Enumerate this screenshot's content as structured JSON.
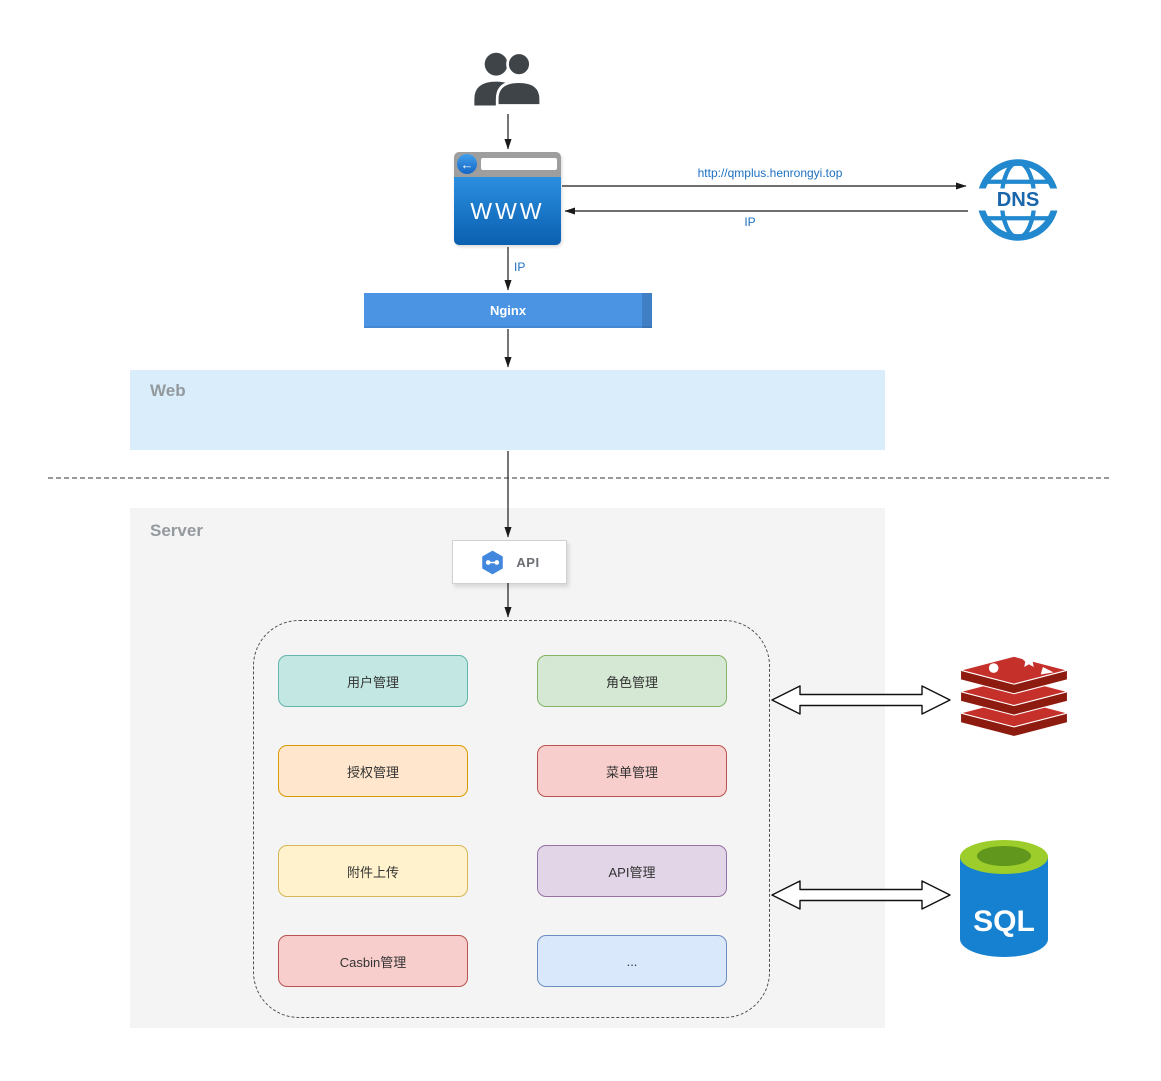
{
  "browser": {
    "label": "WWW"
  },
  "dns": {
    "label": "DNS"
  },
  "nginx": {
    "label": "Nginx"
  },
  "zones": {
    "web": "Web",
    "server": "Server"
  },
  "api_box": {
    "label": "API"
  },
  "edges": {
    "browser_to_dns_label": "http://qmplus.henrongyi.top",
    "dns_to_browser_label": "IP",
    "browser_to_nginx_label": "IP"
  },
  "modules": [
    {
      "label": "用户管理",
      "fill": "#c3e7e2",
      "border": "#64b5ac",
      "col": 0,
      "row": 0
    },
    {
      "label": "角色管理",
      "fill": "#d5e8d4",
      "border": "#82b366",
      "col": 1,
      "row": 0
    },
    {
      "label": "授权管理",
      "fill": "#ffe6cc",
      "border": "#d79b00",
      "col": 0,
      "row": 1
    },
    {
      "label": "菜单管理",
      "fill": "#f8cecc",
      "border": "#b85450",
      "col": 1,
      "row": 1
    },
    {
      "label": "附件上传",
      "fill": "#fff2cc",
      "border": "#d6b656",
      "col": 0,
      "row": 2
    },
    {
      "label": "API管理",
      "fill": "#e1d5e7",
      "border": "#9673a6",
      "col": 1,
      "row": 2
    },
    {
      "label": "Casbin管理",
      "fill": "#f8cecc",
      "border": "#b85450",
      "col": 0,
      "row": 3
    },
    {
      "label": "...",
      "fill": "#dae8fc",
      "border": "#6c8ebf",
      "col": 1,
      "row": 3
    }
  ],
  "datastores": {
    "sql_label": "SQL"
  },
  "icons": {
    "users": "users-icon",
    "browser_back": "back-arrow-icon",
    "dns": "dns-globe-icon",
    "api": "api-hexagon-icon",
    "redis": "redis-stack-icon",
    "sql": "sql-database-icon"
  },
  "palette": {
    "arrow": "#1a1a1a",
    "edge_label_text": "#1e70c1",
    "nginx_fill": "#4b94e3",
    "web_zone_fill": "#d9eefa",
    "server_zone_fill": "#f4f4f4",
    "zone_label_text": "#94999e",
    "browser_body_blue": "#1273cc",
    "redis_red": "#c6302b",
    "sql_blue": "#1581d0",
    "sql_green": "#9ccd2a",
    "dns_blue": "#2389cf"
  }
}
